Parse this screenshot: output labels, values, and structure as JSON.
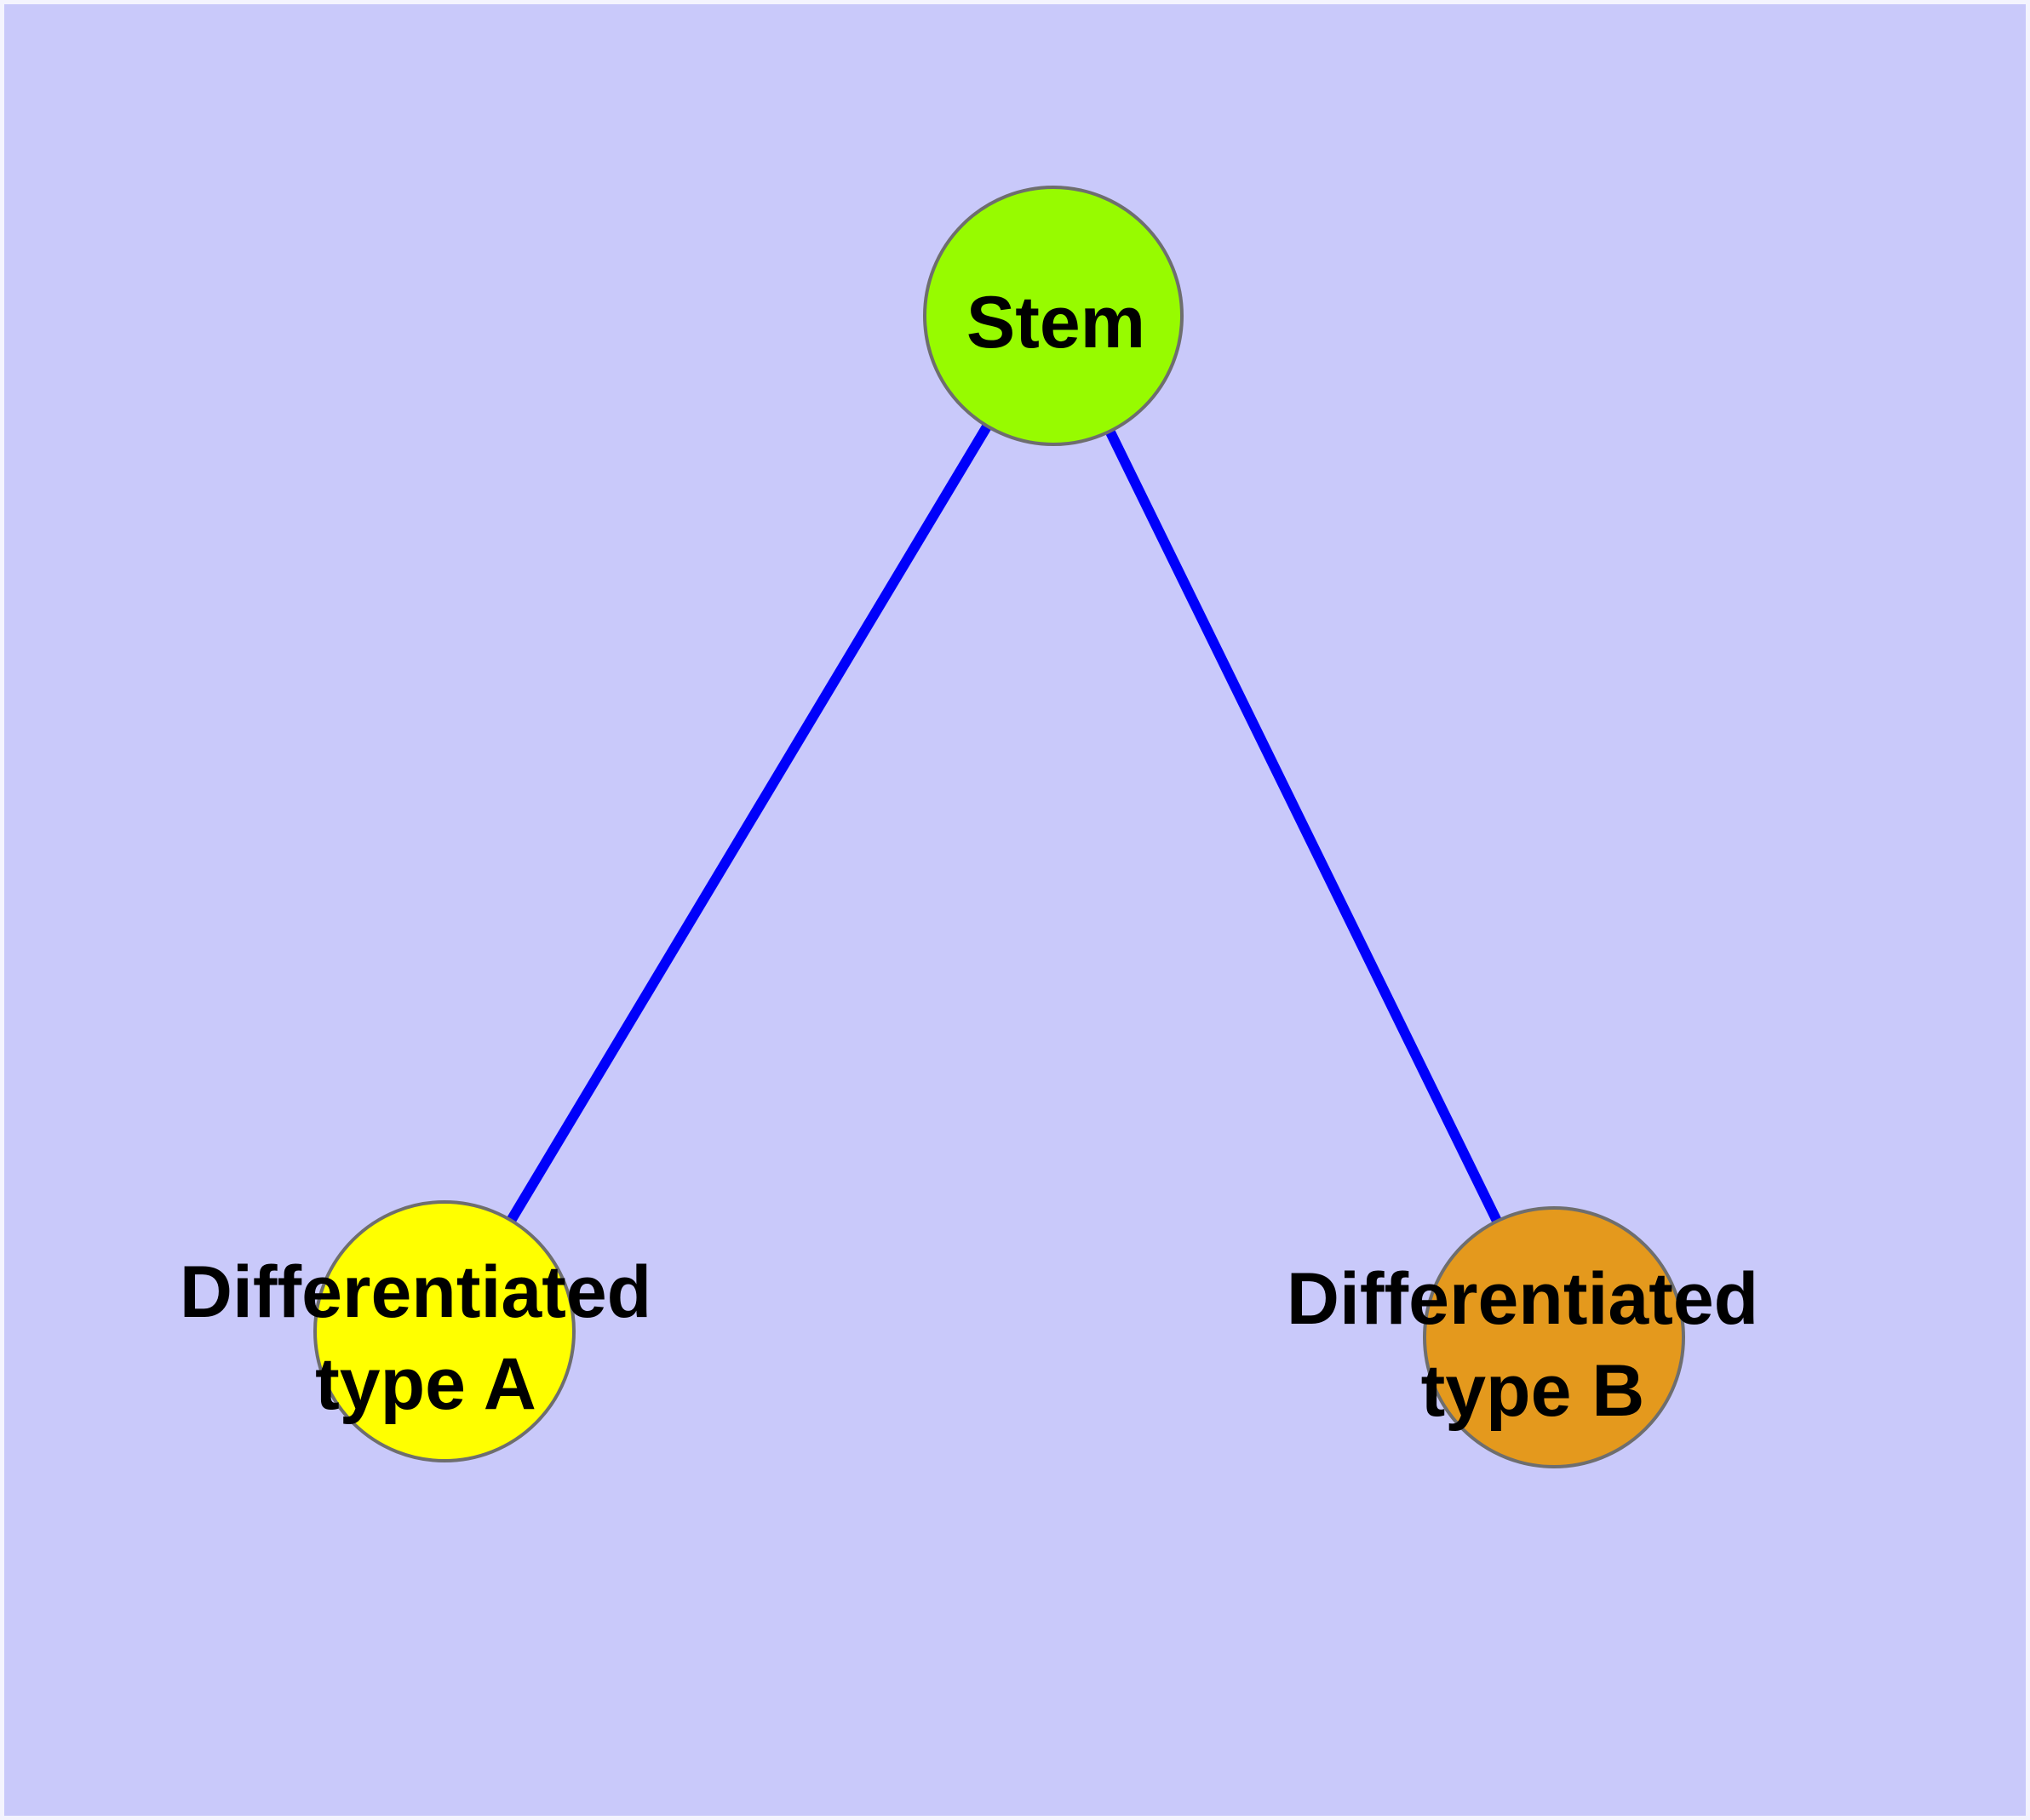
{
  "canvas": {
    "background_color": "#C9C9FA",
    "margin_color": "#F4F4FE"
  },
  "nodes": {
    "stem": {
      "label": "Stem",
      "fill": "#97FB00",
      "border_color": "#6E6E6E"
    },
    "type_a": {
      "line1": "Differentiated",
      "line2": "type A",
      "full_label": "Differentiated type A",
      "fill": "#FFFF00",
      "border_color": "#6E6E6E"
    },
    "type_b": {
      "line1": "Differentiated",
      "line2": "type B",
      "full_label": "Differentiated type B",
      "fill": "#E4991D",
      "border_color": "#6E6E6E"
    }
  },
  "edges": {
    "color": "#0000FA",
    "list": [
      {
        "from": "Stem",
        "to": "Differentiated type A"
      },
      {
        "from": "Stem",
        "to": "Differentiated type B"
      }
    ]
  }
}
